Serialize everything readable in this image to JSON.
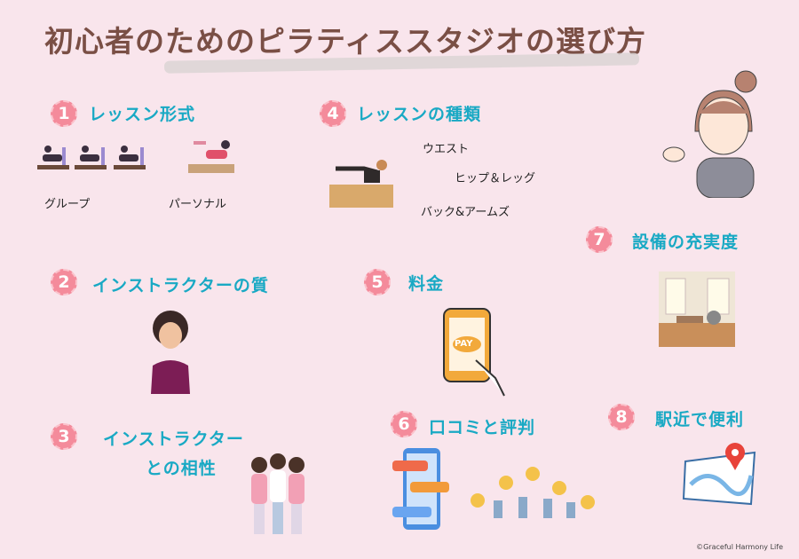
{
  "title": "初心者のためのピラティススタジオの選び方",
  "sections": [
    {
      "number": "1",
      "label": "レッスン形式",
      "options": [
        "グループ",
        "パーソナル"
      ]
    },
    {
      "number": "2",
      "label": "インストラクターの質"
    },
    {
      "number": "3",
      "label_lines": [
        "インストラクター",
        "との相性"
      ]
    },
    {
      "number": "4",
      "label": "レッスンの種類",
      "types": [
        "ウエスト",
        "ヒップ＆レッグ",
        "バック&アームズ"
      ]
    },
    {
      "number": "5",
      "label": "料金",
      "phone_text": "PAY"
    },
    {
      "number": "6",
      "label": "口コミと評判"
    },
    {
      "number": "7",
      "label": "設備の充実度"
    },
    {
      "number": "8",
      "label": "駅近で便利"
    }
  ],
  "copyright": "©Graceful Harmony Life",
  "colors": {
    "background": "#f9e5ec",
    "title": "#7a4f45",
    "heading": "#19a9c4",
    "badge": "#f48b9b"
  }
}
